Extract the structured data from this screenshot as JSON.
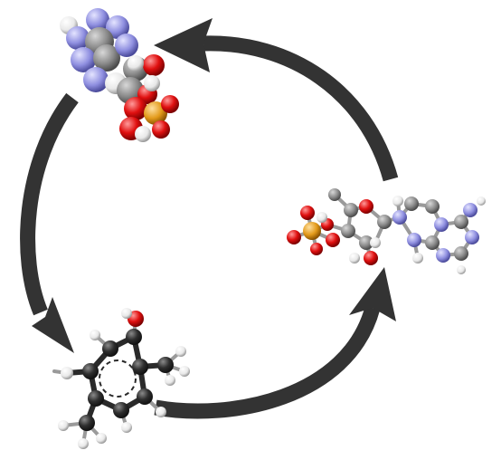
{
  "diagram": {
    "description_free": true,
    "colors": {
      "arrow": "#333333",
      "carbon": "#8a8a8a",
      "carbon_dark": "#2e2e2e",
      "hydrogen": "#f2f2f2",
      "oxygen": "#e01010",
      "nitrogen": "#8f8fe0",
      "phosphorus": "#e29a1a",
      "bond": "#9a9a9a"
    },
    "nodes": [
      {
        "id": "top-molecule",
        "icon": "space-filling-molecule-icon"
      },
      {
        "id": "right-molecule",
        "icon": "ball-and-stick-molecule-icon"
      },
      {
        "id": "bottom-molecule",
        "icon": "aromatic-ring-molecule-icon"
      }
    ],
    "arrows": [
      {
        "from": "right-molecule",
        "to": "top-molecule"
      },
      {
        "from": "top-molecule",
        "to": "bottom-molecule"
      },
      {
        "from": "bottom-molecule",
        "to": "right-molecule"
      }
    ]
  }
}
